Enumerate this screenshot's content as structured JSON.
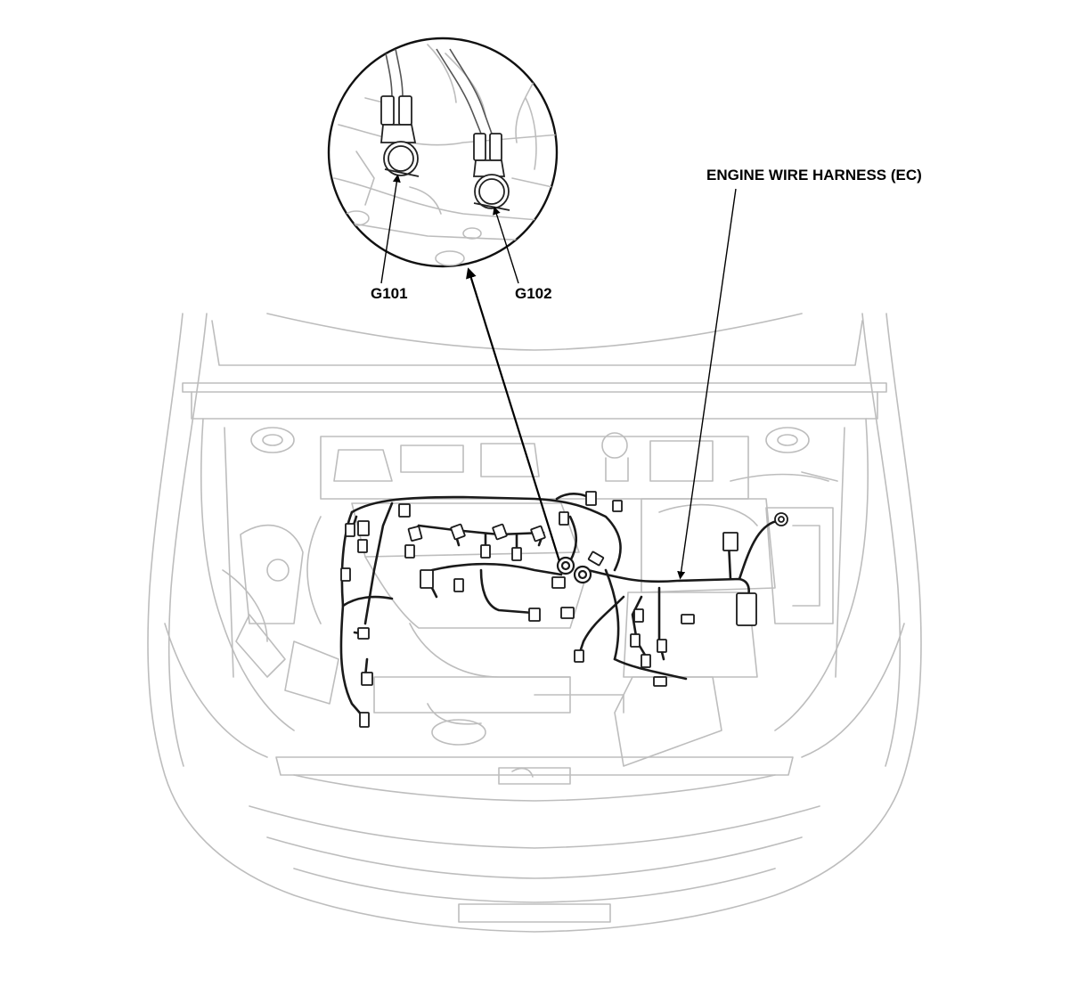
{
  "labels": {
    "g101": "G101",
    "g102": "G102",
    "harness": "ENGINE WIRE HARNESS (EC)"
  },
  "colors": {
    "outline": "#bdbdbd",
    "harness": "#1a1a1a",
    "leader": "#000000"
  }
}
